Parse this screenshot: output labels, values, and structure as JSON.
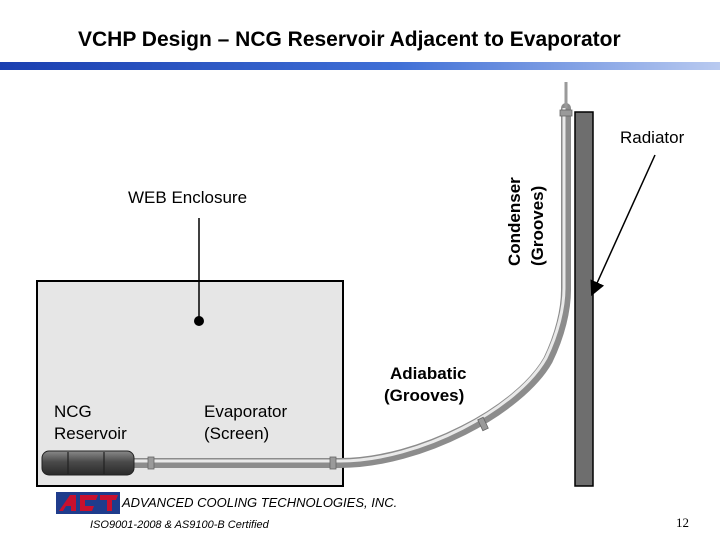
{
  "title": "VCHP Design – NCG Reservoir Adjacent to Evaporator",
  "labels": {
    "web_enclosure": "WEB Enclosure",
    "condenser_line1": "Condenser",
    "condenser_line2": "(Grooves)",
    "radiator": "Radiator",
    "adiabatic_line1": "Adiabatic",
    "adiabatic_line2": "(Grooves)",
    "ncg_line1": "NCG",
    "ncg_line2": "Reservoir",
    "evaporator_line1": "Evaporator",
    "evaporator_line2": "(Screen)"
  },
  "footer": {
    "company": "ADVANCED COOLING TECHNOLOGIES, INC.",
    "certification": "ISO9001-2008 & AS9100-B Certified",
    "page_number": "12"
  },
  "colors": {
    "title_bar": "#1a3fb0",
    "enclosure_fill": "#e6e6e6",
    "radiator_fill": "#6e6e6e",
    "pipe": "#a9a9a9",
    "logo_red": "#c8102e",
    "logo_blue": "#1f3c8c"
  }
}
